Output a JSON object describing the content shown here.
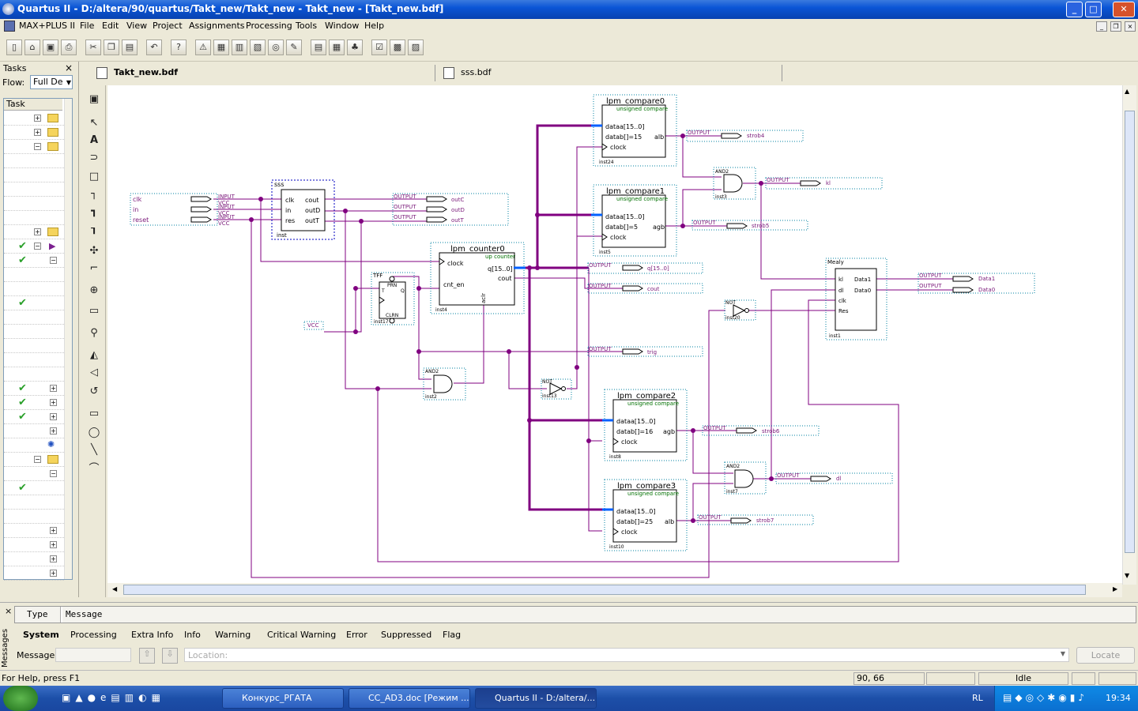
{
  "window": {
    "title": "Quartus II - D:/altera/90/quartus/Takt_new/Takt_new - Takt_new - [Takt_new.bdf]",
    "min": "_",
    "max": "□",
    "close": "✕"
  },
  "menu": {
    "items": [
      "MAX+PLUS II",
      "File",
      "Edit",
      "View",
      "Project",
      "Assignments",
      "Processing",
      "Tools",
      "Window",
      "Help"
    ]
  },
  "tasks_pane": {
    "title": "Tasks",
    "close": "×",
    "flow_label": "Flow:",
    "flow_value": "Full De",
    "tree_header": "Task"
  },
  "doc_tabs": [
    "Takt_new.bdf",
    "sss.bdf"
  ],
  "schematic": {
    "inputs": [
      {
        "type": "INPUT",
        "vcc": "VCC",
        "name": "clk"
      },
      {
        "type": "INPUT",
        "vcc": "VCC",
        "name": "in"
      },
      {
        "type": "INPUT",
        "vcc": "VCC",
        "name": "reset"
      }
    ],
    "vcc_const": "VCC",
    "sss_block": {
      "title": "sss",
      "inst": "inst",
      "ports_left": [
        "clk",
        "in",
        "res"
      ],
      "ports_right": [
        "cout",
        "outD",
        "outT"
      ]
    },
    "tff": {
      "title": "TFF",
      "prn": "PRN",
      "clrn": "CLRN",
      "t": "T",
      "q": "Q",
      "inst": "inst17"
    },
    "counter": {
      "title": "lpm_counter0",
      "subtitle": "up counter",
      "clock": "clock",
      "q": "q[15..0]",
      "cnt_en": "cnt_en",
      "cout": "cout",
      "aclr": "aclr",
      "inst": "inst4"
    },
    "compare0": {
      "title": "lpm_compare0",
      "subtitle": "unsigned compare",
      "a": "dataa[15..0]",
      "b": "datab[]=15",
      "clock": "clock",
      "out": "alb",
      "inst": "inst24"
    },
    "compare1": {
      "title": "lpm_compare1",
      "subtitle": "unsigned compare",
      "a": "dataa[15..0]",
      "b": "datab[]=5",
      "clock": "clock",
      "out": "agb",
      "inst": "inst5"
    },
    "compare2": {
      "title": "lpm_compare2",
      "subtitle": "unsigned compare",
      "a": "dataa[15..0]",
      "b": "datab[]=16",
      "clock": "clock",
      "out": "agb",
      "inst": "inst8"
    },
    "compare3": {
      "title": "lpm_compare3",
      "subtitle": "unsigned compare",
      "a": "dataa[15..0]",
      "b": "datab[]=25",
      "clock": "clock",
      "out": "alb",
      "inst": "inst10"
    },
    "and_top": {
      "type": "AND2",
      "inst": "inst3"
    },
    "and_mid": {
      "type": "AND2",
      "inst": "inst2"
    },
    "and_bottom": {
      "type": "AND2",
      "inst": "inst7"
    },
    "not_mid": {
      "type": "NOT",
      "inst": "inst13"
    },
    "not_right": {
      "type": "NOT",
      "inst": "inst20"
    },
    "mealy": {
      "title": "Mealy",
      "ports_left": [
        "kl",
        "dl",
        "clk",
        "Res"
      ],
      "ports_right": [
        "Data1",
        "Data0"
      ],
      "inst": "inst1"
    },
    "outputs": [
      {
        "type": "OUTPUT",
        "name": "outC"
      },
      {
        "type": "OUTPUT",
        "name": "outD"
      },
      {
        "type": "OUTPUT",
        "name": "outT"
      },
      {
        "type": "OUTPUT",
        "name": "strob4"
      },
      {
        "type": "OUTPUT",
        "name": "kl"
      },
      {
        "type": "OUTPUT",
        "name": "strob5"
      },
      {
        "type": "OUTPUT",
        "name": "q[15..0]"
      },
      {
        "type": "OUTPUT",
        "name": "cout"
      },
      {
        "type": "OUTPUT",
        "name": "trig"
      },
      {
        "type": "OUTPUT",
        "name": "strob6"
      },
      {
        "type": "OUTPUT",
        "name": "dl"
      },
      {
        "type": "OUTPUT",
        "name": "strob7"
      },
      {
        "type": "OUTPUT",
        "name": "Data1"
      },
      {
        "type": "OUTPUT",
        "name": "Data0"
      }
    ]
  },
  "messages": {
    "side_label": "Messages",
    "col_type": "Type",
    "col_message": "Message",
    "tabs": [
      "System",
      "Processing",
      "Extra Info",
      "Info",
      "Warning",
      "Critical Warning",
      "Error",
      "Suppressed",
      "Flag"
    ],
    "message_label": "Message:",
    "location_placeholder": "Location:",
    "locate_button": "Locate"
  },
  "status": {
    "help": "For Help, press F1",
    "coords": "90, 66",
    "state": "Idle"
  },
  "taskbar": {
    "items": [
      "Конкурс_РГАТА",
      "CC_AD3.doc [Режим ...",
      "Quartus II - D:/altera/..."
    ],
    "lang": "RL",
    "time": "19:34"
  },
  "colors": {
    "wire": "#800080",
    "bus": "#800080",
    "port_text": "#7a1a7a",
    "accent_blue": "#0060ff",
    "compare_green": "#007000"
  }
}
